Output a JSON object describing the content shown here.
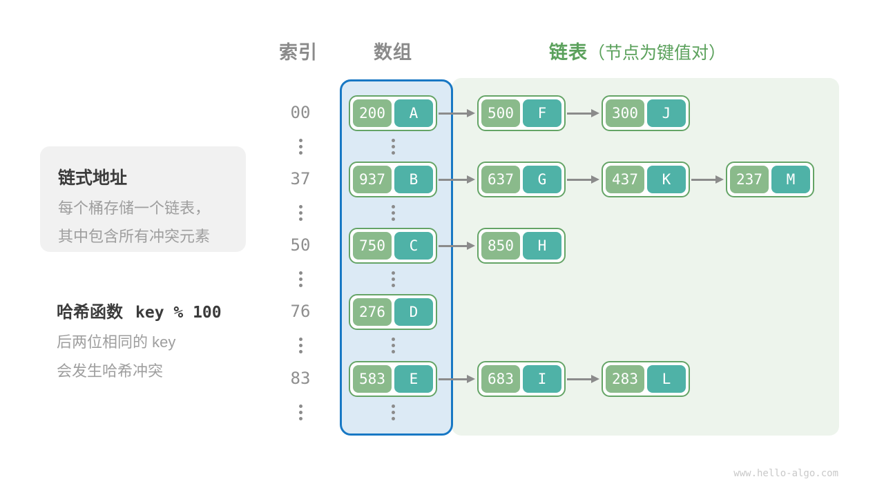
{
  "header": {
    "index_label": "索引",
    "array_label": "数组",
    "list_label": "链表",
    "list_note": "（节点为键值对）"
  },
  "info_box": {
    "title": "链式地址",
    "lines": [
      "每个桶存储一个链表，",
      "其中包含所有冲突元素"
    ]
  },
  "hash_note": {
    "title_text": "哈希函数",
    "title_code": "key % 100",
    "lines": [
      "后两位相同的 key",
      "会发生哈希冲突"
    ]
  },
  "rows": [
    {
      "index": "00",
      "nodes": [
        {
          "key": "200",
          "value": "A"
        },
        {
          "key": "500",
          "value": "F"
        },
        {
          "key": "300",
          "value": "J"
        }
      ]
    },
    {
      "index": "37",
      "nodes": [
        {
          "key": "937",
          "value": "B"
        },
        {
          "key": "637",
          "value": "G"
        },
        {
          "key": "437",
          "value": "K"
        },
        {
          "key": "237",
          "value": "M"
        }
      ]
    },
    {
      "index": "50",
      "nodes": [
        {
          "key": "750",
          "value": "C"
        },
        {
          "key": "850",
          "value": "H"
        }
      ]
    },
    {
      "index": "76",
      "nodes": [
        {
          "key": "276",
          "value": "D"
        }
      ]
    },
    {
      "index": "83",
      "nodes": [
        {
          "key": "583",
          "value": "E"
        },
        {
          "key": "683",
          "value": "I"
        },
        {
          "key": "283",
          "value": "L"
        }
      ]
    }
  ],
  "watermark": "www.hello-algo.com",
  "colors": {
    "header-gray": "#8a8a8a",
    "header-green": "#5ba15c",
    "box-bg": "#f1f1f1",
    "title-dark": "#3b3b3b",
    "body-gray": "#9e9e9e",
    "index-gray": "#8e8e8e",
    "blue-border": "#1878c4",
    "blue-fill": "#dceaf5",
    "green-panel": "#edf4ec",
    "node-border": "#64a466",
    "key-bg": "#8aba8b",
    "val-bg": "#4fb2a7",
    "arrow": "#8b8b8b",
    "dots": "#8b8b8b",
    "watermark": "#c9c9c9"
  }
}
